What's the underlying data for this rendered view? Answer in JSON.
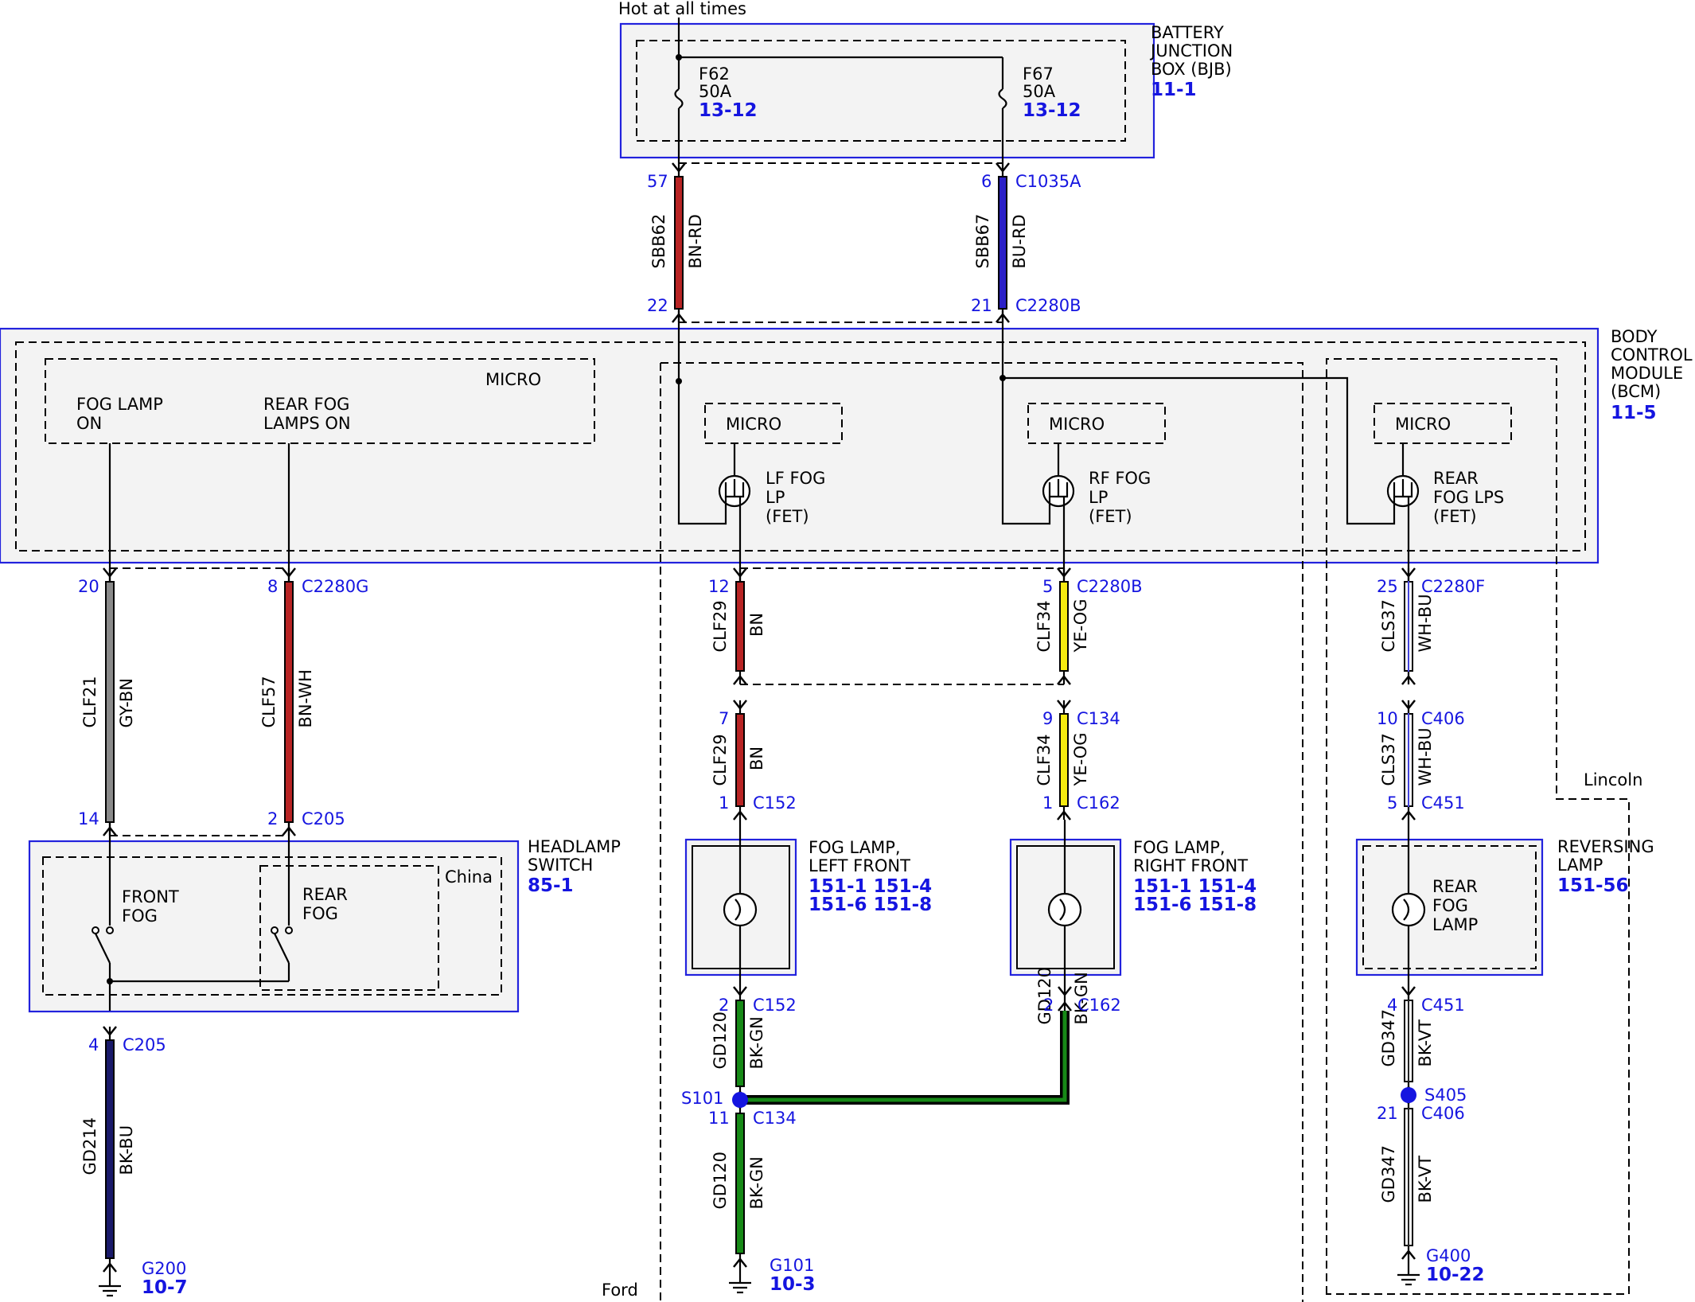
{
  "hot_label": "Hot at all times",
  "bjb": {
    "name": [
      "BATTERY",
      "JUNCTION",
      "BOX (BJB)"
    ],
    "ref": "11-1",
    "fuses": [
      {
        "name": "F62",
        "rating": "50A",
        "ref": "13-12"
      },
      {
        "name": "F67",
        "rating": "50A",
        "ref": "13-12"
      }
    ]
  },
  "bcm": {
    "name": [
      "BODY",
      "CONTROL",
      "MODULE",
      "(BCM)"
    ],
    "ref": "11-5",
    "micro": "MICRO",
    "fog_lamp_on": [
      "FOG LAMP",
      "ON"
    ],
    "rear_fog_lamps_on": [
      "REAR FOG",
      "LAMPS ON"
    ],
    "lf_fet": [
      "LF FOG",
      "LP",
      "(FET)"
    ],
    "rf_fet": [
      "RF FOG",
      "LP",
      "(FET)"
    ],
    "rear_fet": [
      "REAR",
      "FOG LPS",
      "(FET)"
    ]
  },
  "headlamp_switch": {
    "name": [
      "HEADLAMP",
      "SWITCH"
    ],
    "ref": "85-1",
    "front_fog": [
      "FRONT",
      "FOG"
    ],
    "rear_fog": [
      "REAR",
      "FOG"
    ],
    "china": "China"
  },
  "fog_left": {
    "name": [
      "FOG LAMP,",
      "LEFT FRONT"
    ],
    "refs": [
      "151-1 151-4",
      "151-6 151-8"
    ]
  },
  "fog_right": {
    "name": [
      "FOG LAMP,",
      "RIGHT FRONT"
    ],
    "refs": [
      "151-1 151-4",
      "151-6 151-8"
    ]
  },
  "reversing": {
    "name": [
      "REVERSING",
      "LAMP"
    ],
    "ref": "151-56",
    "inner": [
      "REAR",
      "FOG",
      "LAMP"
    ]
  },
  "variants": {
    "ford": "Ford",
    "lincoln": "Lincoln"
  },
  "wires": [
    {
      "id": "w1",
      "circuit": "SBB62",
      "color": "BN-RD",
      "fill": "#b82424",
      "pin_top": "57",
      "conn_top": "",
      "pin_bot": "22",
      "conn_bot": ""
    },
    {
      "id": "w2",
      "circuit": "SBB67",
      "color": "BU-RD",
      "fill": "#2b20c8",
      "pin_top": "6",
      "conn_top": "C1035A",
      "pin_bot": "21",
      "conn_bot": "C2280B"
    },
    {
      "id": "w3",
      "circuit": "CLF21",
      "color": "GY-BN",
      "fill": "#8a8a8a",
      "pin_top": "20",
      "conn_top": "",
      "pin_bot": "14",
      "conn_bot": ""
    },
    {
      "id": "w4",
      "circuit": "CLF57",
      "color": "BN-WH",
      "fill": "#b82424",
      "pin_top": "8",
      "conn_top": "C2280G",
      "pin_bot": "2",
      "conn_bot": "C205"
    },
    {
      "id": "w5",
      "circuit": "CLF29",
      "color": "BN",
      "fill": "#b82424",
      "pin_top": "12",
      "conn_top": "",
      "pin_bot": "",
      "conn_bot": ""
    },
    {
      "id": "w6",
      "circuit": "CLF34",
      "color": "YE-OG",
      "fill": "#f5ea10",
      "pin_top": "5",
      "conn_top": "C2280B",
      "pin_bot": "",
      "conn_bot": ""
    },
    {
      "id": "w7",
      "circuit": "CLS37",
      "color": "WH-BU",
      "fill": "#ffffff",
      "pin_top": "25",
      "conn_top": "C2280F",
      "pin_bot": "",
      "conn_bot": ""
    },
    {
      "id": "w8",
      "circuit": "CLF29",
      "color": "BN",
      "fill": "#b82424",
      "pin_top": "7",
      "conn_top": "",
      "pin_bot": "1",
      "conn_bot": "C152"
    },
    {
      "id": "w9",
      "circuit": "CLF34",
      "color": "YE-OG",
      "fill": "#f5ea10",
      "pin_top": "9",
      "conn_top": "C134",
      "pin_bot": "1",
      "conn_bot": "C162"
    },
    {
      "id": "w10",
      "circuit": "CLS37",
      "color": "WH-BU",
      "fill": "#ffffff",
      "pin_top": "10",
      "conn_top": "C406",
      "pin_bot": "5",
      "conn_bot": "C451"
    },
    {
      "id": "w11",
      "circuit": "GD214",
      "color": "BK-BU",
      "fill": "#1a1a6a",
      "pin_top": "4",
      "conn_top": "C205",
      "pin_bot": "",
      "conn_bot": ""
    },
    {
      "id": "w12",
      "circuit": "GD120",
      "color": "BK-GN",
      "fill": "#178a17",
      "pin_top": "2",
      "conn_top": "C152",
      "pin_bot": "",
      "conn_bot": ""
    },
    {
      "id": "w13",
      "circuit": "GD120",
      "color": "BK-GN",
      "fill": "#178a17",
      "pin_top": "2",
      "conn_top": "C162",
      "pin_bot": "",
      "conn_bot": ""
    },
    {
      "id": "w14",
      "circuit": "GD120",
      "color": "BK-GN",
      "fill": "#178a17",
      "pin_top": "11",
      "conn_top": "C134",
      "pin_bot": "",
      "conn_bot": ""
    },
    {
      "id": "w15",
      "circuit": "GD347",
      "color": "BK-VT",
      "fill": "#ffffff",
      "pin_top": "4",
      "conn_top": "C451",
      "pin_bot": "",
      "conn_bot": ""
    },
    {
      "id": "w16",
      "circuit": "GD347",
      "color": "BK-VT",
      "fill": "#ffffff",
      "pin_top": "21",
      "conn_top": "C406",
      "pin_bot": "",
      "conn_bot": ""
    }
  ],
  "splices": [
    {
      "name": "S101"
    },
    {
      "name": "S405"
    }
  ],
  "grounds": [
    {
      "name": "G200",
      "ref": "10-7"
    },
    {
      "name": "G101",
      "ref": "10-3"
    },
    {
      "name": "G400",
      "ref": "10-22"
    }
  ],
  "colors": {
    "link": "#1515e0",
    "border": "#2222dd"
  }
}
